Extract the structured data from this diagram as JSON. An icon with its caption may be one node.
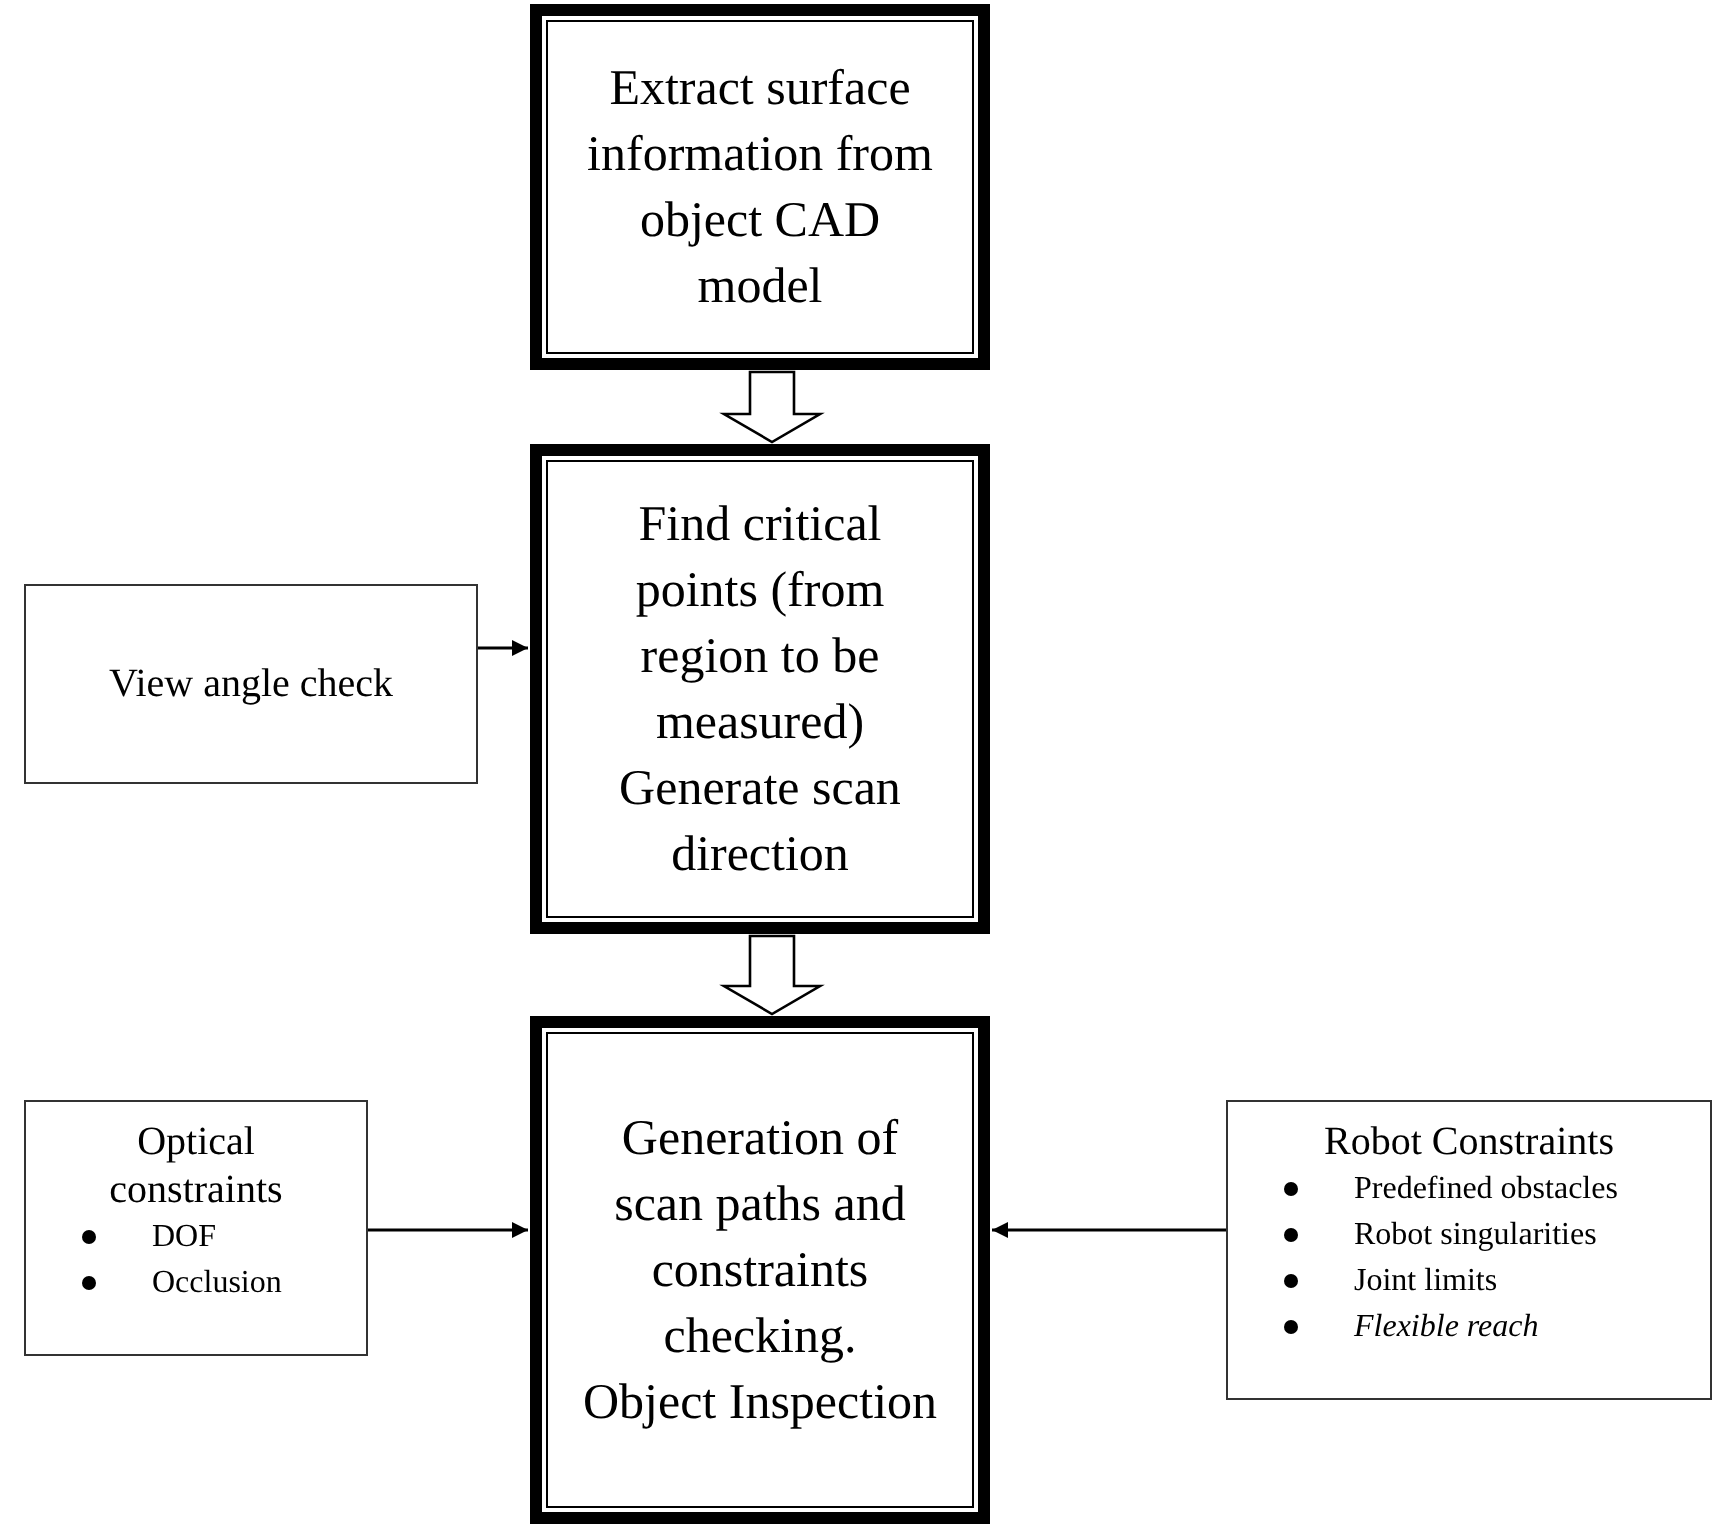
{
  "diagram": {
    "nodes": [
      {
        "text": [
          "Extract surface information from object CAD model"
        ]
      },
      {
        "text": [
          "Find critical points (from region to be measured)",
          "Generate scan direction"
        ]
      },
      {
        "text": [
          "View angle check"
        ]
      },
      {
        "text": [
          "Generation of scan paths and constraints checking.",
          "Object Inspection"
        ]
      },
      {
        "text": [
          "Optical constraints",
          "DOF",
          "Occlusion"
        ]
      },
      {
        "text": [
          "Robot Constraints",
          "Predefined obstacles",
          "Robot singularities",
          "Joint limits",
          "*Flexible reach*"
        ]
      }
    ],
    "edges": [
      {
        "from": 0,
        "to": 1,
        "arrow": "to",
        "style": "thick"
      },
      {
        "from": 2,
        "to": 1,
        "arrow": "to"
      },
      {
        "from": 1,
        "to": 3,
        "arrow": "to",
        "style": "thick"
      },
      {
        "from": 4,
        "to": 3,
        "arrow": "to"
      },
      {
        "from": 5,
        "to": 3,
        "arrow": "to"
      }
    ]
  }
}
